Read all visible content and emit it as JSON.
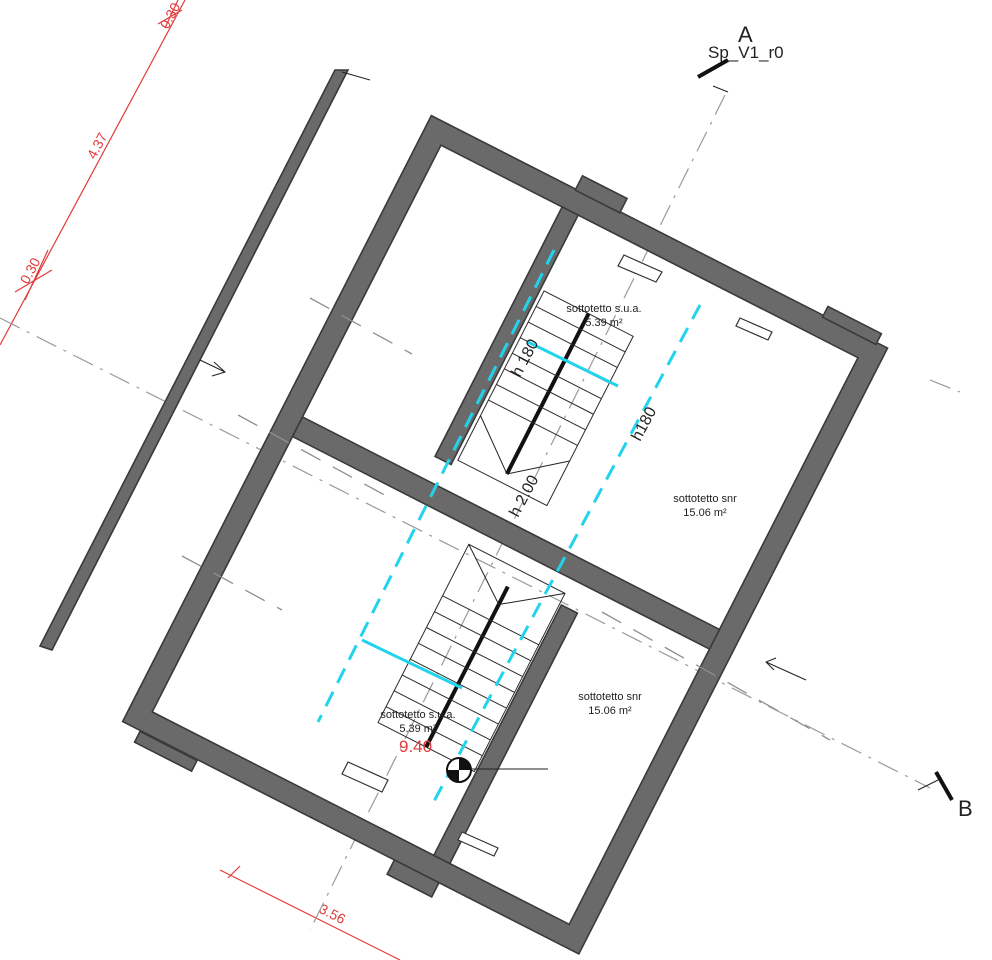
{
  "section": {
    "letter_a": "A",
    "letter_b": "B",
    "sheet_code": "Sp_V1_r0"
  },
  "rooms": [
    {
      "name": "sottotetto s.u.a.",
      "area": "5.39 m²"
    },
    {
      "name": "sottotetto snr",
      "area": "15.06 m²"
    },
    {
      "name": "sottotetto snr",
      "area": "15.06 m²"
    },
    {
      "name": "sottotetto s.u.a.",
      "area": "5.39 m²"
    }
  ],
  "heights": {
    "h_upper_stair": "h 180",
    "h_cyan_line": "h180",
    "h_center": "h 2.00"
  },
  "dimensions": {
    "d_top": "0.30",
    "d_long": "4.37",
    "d_left": "0.30",
    "d_bottom": "3.56"
  },
  "elevation": {
    "value": "9.40"
  },
  "colors": {
    "wall": "#6a6a6a",
    "dimension": "#e23a3a",
    "height_line": "#22d3ee"
  }
}
